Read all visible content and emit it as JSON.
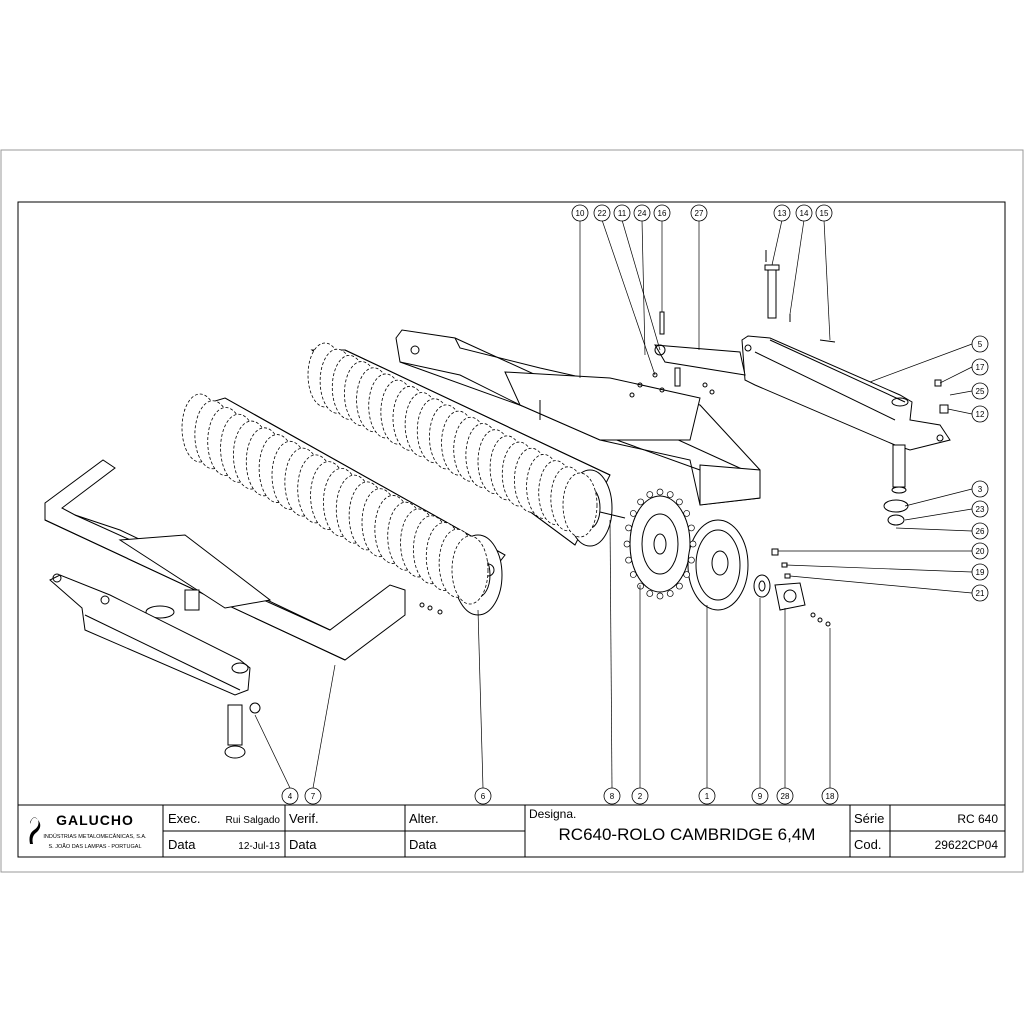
{
  "title_block": {
    "company_name": "GALUCHO",
    "company_subtitle_1": "INDÚSTRIAS METALOMECÂNICAS, S.A.",
    "company_subtitle_2": "S. JOÃO DAS LAMPAS - PORTUGAL",
    "exec_label": "Exec.",
    "exec_value": "Rui Salgado",
    "data_label_1": "Data",
    "data_value_1": "12-Jul-13",
    "verif_label": "Verif.",
    "data_label_2": "Data",
    "alter_label": "Alter.",
    "data_label_3": "Data",
    "designa_label": "Designa.",
    "designation": "RC640-ROLO CAMBRIDGE 6,4M",
    "serie_label": "Série",
    "serie_value": "RC 640",
    "cod_label": "Cod.",
    "cod_value": "29622CP04"
  },
  "callouts": {
    "c10": "10",
    "c22": "22",
    "c11": "11",
    "c24": "24",
    "c16": "16",
    "c27": "27",
    "c13": "13",
    "c14": "14",
    "c15": "15",
    "c5": "5",
    "c17": "17",
    "c25": "25",
    "c12": "12",
    "c3": "3",
    "c23": "23",
    "c26": "26",
    "c20": "20",
    "c19": "19",
    "c21": "21",
    "c4": "4",
    "c7": "7",
    "c6": "6",
    "c8": "8",
    "c2": "2",
    "c1": "1",
    "c9": "9",
    "c28": "28",
    "c18": "18"
  }
}
